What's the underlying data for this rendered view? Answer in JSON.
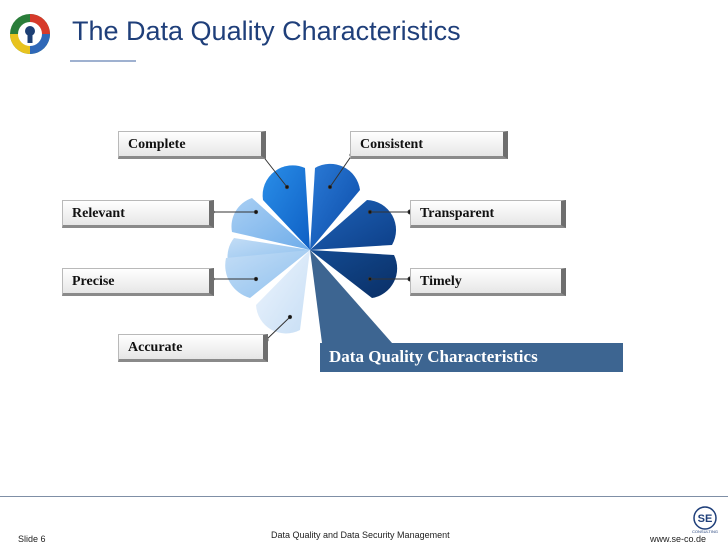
{
  "slide": {
    "title": "The Data Quality Characteristics",
    "labels": {
      "complete": "Complete",
      "consistent": "Consistent",
      "relevant": "Relevant",
      "transparent": "Transparent",
      "precise": "Precise",
      "timely": "Timely",
      "accurate": "Accurate"
    },
    "center_label": "Data Quality Characteristics"
  },
  "footer": {
    "slide_number": "Slide 6",
    "center_text": "Data Quality and Data Security Management",
    "website": "www.se-co.de",
    "logo_text": "SE",
    "logo_subtext": "CONSULTING"
  },
  "colors": {
    "title": "#1f3f7a",
    "banner": "#3d6591",
    "petal_dark": "#123f7c",
    "petal_light": "#d9e8f8"
  },
  "icons": [
    "keyhole-logo-icon",
    "se-consulting-logo-icon"
  ]
}
